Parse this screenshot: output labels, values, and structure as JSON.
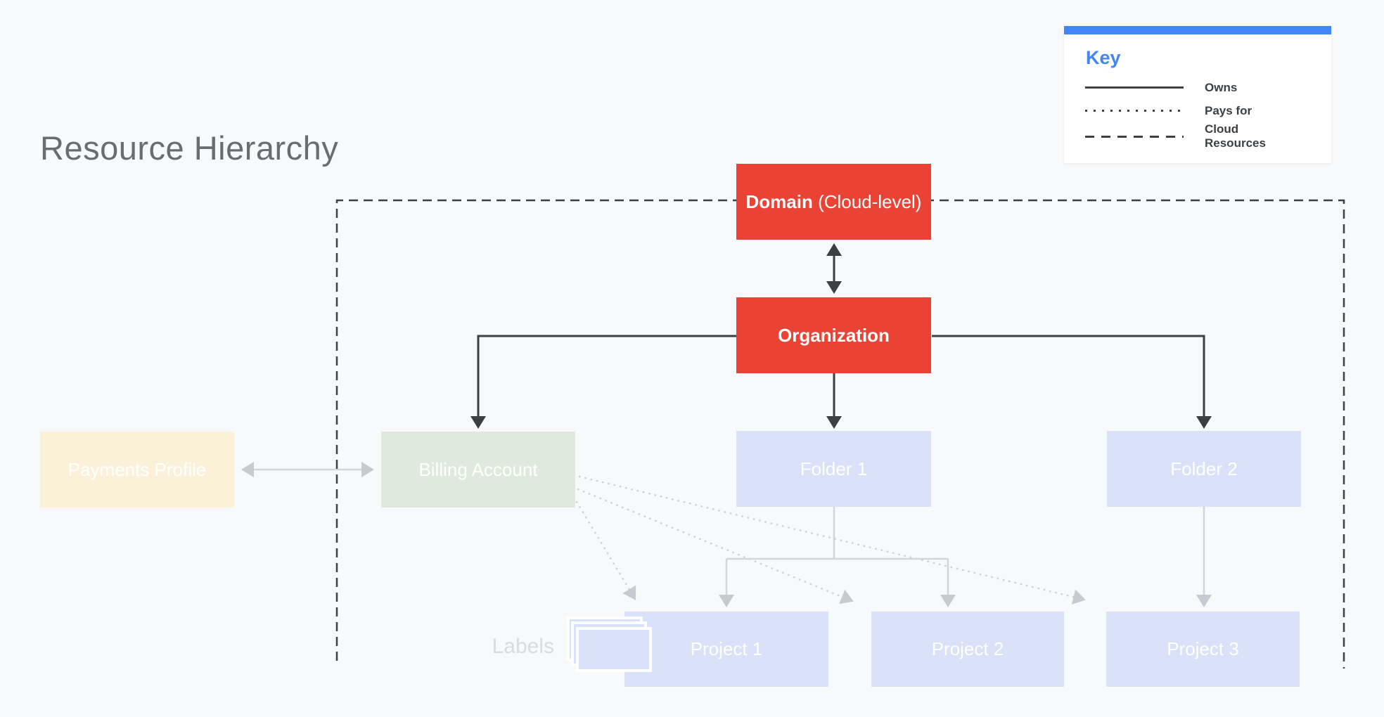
{
  "title": "Resource Hierarchy",
  "key": {
    "heading": "Key",
    "items": [
      {
        "line_style": "solid",
        "label": "Owns"
      },
      {
        "line_style": "dotted",
        "label": "Pays for"
      },
      {
        "line_style": "dashed",
        "label": "Cloud Resources"
      }
    ]
  },
  "nodes": {
    "domain": {
      "label_bold": "Domain",
      "label_rest": " (Cloud-level)"
    },
    "organization": {
      "label": "Organization"
    },
    "payments_profile": {
      "label": "Payments Profile"
    },
    "billing_account": {
      "label": "Billing Account"
    },
    "folder1": {
      "label": "Folder 1"
    },
    "folder2": {
      "label": "Folder 2"
    },
    "project1": {
      "label": "Project 1"
    },
    "project2": {
      "label": "Project 2"
    },
    "project3": {
      "label": "Project 3"
    }
  },
  "labels_annotation": "Labels",
  "colors": {
    "background": "#F8F9FA",
    "red_box": "#E94335",
    "blue_box": "#D9E2F8",
    "green_box": "#DEEBDC",
    "cream_box": "#FAF1D8",
    "key_accent_blue": "#4285F4",
    "dark_line": "#3C4043",
    "gray_line": "#D3D5D9",
    "dotted_line": "#CED1D5",
    "title_text": "#6B6C6F",
    "labels_text": "#D9DBDE",
    "box_text": "#FFFFFF"
  }
}
